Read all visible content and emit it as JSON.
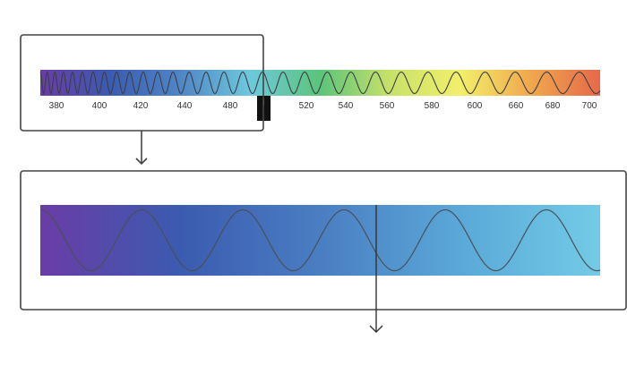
{
  "spectrum": {
    "tick_labels": [
      "380",
      "400",
      "420",
      "440",
      "480",
      "520",
      "540",
      "560",
      "580",
      "600",
      "660",
      "680",
      "700"
    ],
    "gradient_stops": [
      "#6a3ca6",
      "#3b5bb0",
      "#4f86c6",
      "#6ec8dc",
      "#5cc47a",
      "#c8e16a",
      "#f2ef6a",
      "#f0a84e",
      "#e6694a"
    ],
    "wave_color": "#3c3f45",
    "marker_color": "#111111"
  },
  "zoom": {
    "gradient_stops": [
      "#6a3ca6",
      "#3b5bb0",
      "#4a7ec2",
      "#5aa8d8",
      "#72cbe6"
    ],
    "wave_color": "#4a5058"
  },
  "frame_color": "#444444"
}
